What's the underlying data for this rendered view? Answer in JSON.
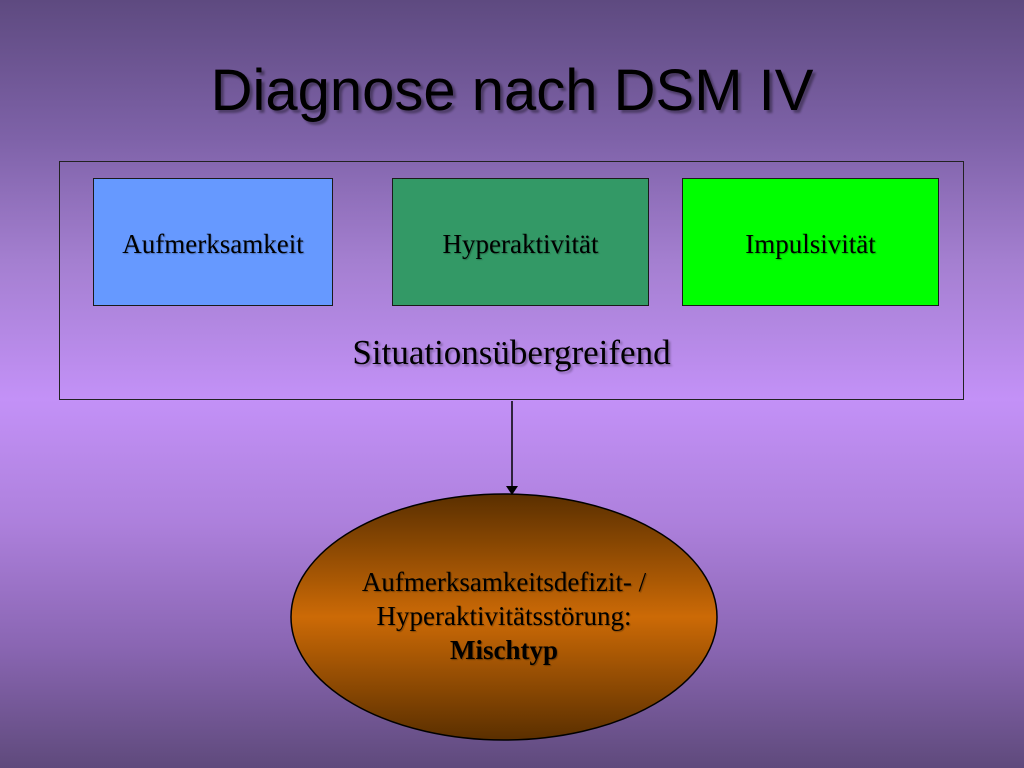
{
  "title": "Diagnose nach DSM IV",
  "criteria": {
    "box1": "Aufmerksamkeit",
    "box2": "Hyperaktivität",
    "box3": "Impulsivität"
  },
  "frame_label": "Situationsübergreifend",
  "result": {
    "line1": "Aufmerksamkeitsdefizit- /",
    "line2": "Hyperaktivitätsstörung:",
    "line3": "Mischtyp"
  },
  "colors": {
    "box1": "#6699ff",
    "box2": "#339966",
    "box3": "#00ff00",
    "oval_top": "#5a2f00",
    "oval_mid": "#cc6a06"
  }
}
